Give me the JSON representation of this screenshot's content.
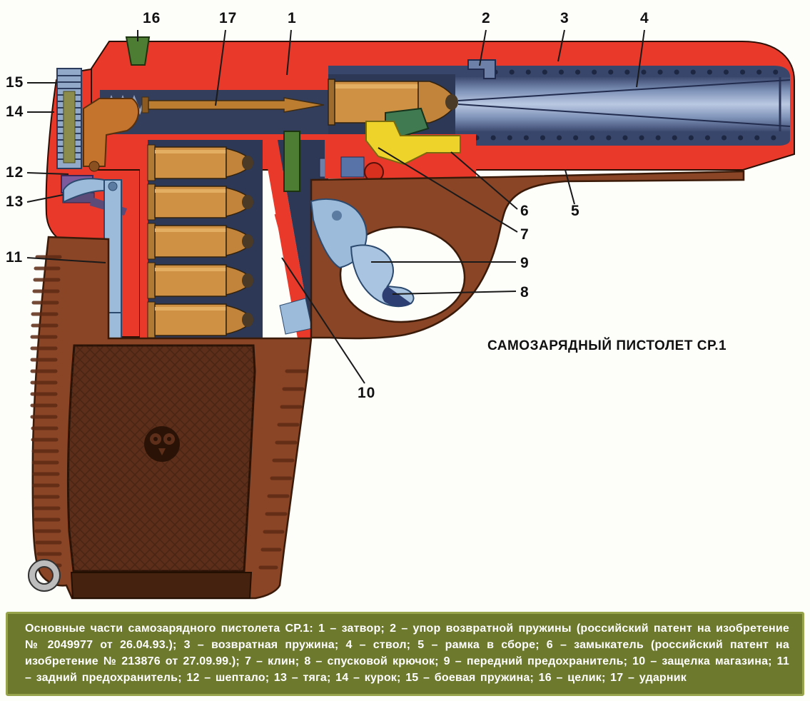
{
  "diagram": {
    "title": "САМОЗАРЯДНЫЙ ПИСТОЛЕТ СР.1",
    "type": "cutaway-technical-illustration",
    "subject": "Продольный разрез самозарядного пистолета СР.1 с позициями деталей"
  },
  "labels": [
    {
      "number": "1",
      "part": "затвор"
    },
    {
      "number": "2",
      "part": "упор возвратной пружины"
    },
    {
      "number": "3",
      "part": "возвратная пружина"
    },
    {
      "number": "4",
      "part": "ствол"
    },
    {
      "number": "5",
      "part": "рамка в сборе"
    },
    {
      "number": "6",
      "part": "замыкатель"
    },
    {
      "number": "7",
      "part": "клин"
    },
    {
      "number": "8",
      "part": "спусковой крючок"
    },
    {
      "number": "9",
      "part": "передний предохранитель"
    },
    {
      "number": "10",
      "part": "защелка магазина"
    },
    {
      "number": "11",
      "part": "задний предохранитель"
    },
    {
      "number": "12",
      "part": "шептало"
    },
    {
      "number": "13",
      "part": "тяга"
    },
    {
      "number": "14",
      "part": "курок"
    },
    {
      "number": "15",
      "part": "боевая пружина"
    },
    {
      "number": "16",
      "part": "целик"
    },
    {
      "number": "17",
      "part": "ударник"
    }
  ],
  "caption": "Основные части самозарядного пистолета СР.1: 1 – затвор; 2 – упор возвратной пружины (российский патент на изобретение № 2049977 от 26.04.93.); 3 – возвратная пружина; 4 – ствол; 5 – рамка в сборе; 6 – замыкатель (российский патент на изобретение № 213876 от 27.09.99.); 7 – клин; 8 – спусковой крючок; 9 – передний предохранитель; 10 – защелка магазина; 11 – задний предохранитель; 12 – шептало; 13 – тяга; 14 – курок; 15 – боевая пружина; 16 – целик; 17 – ударник",
  "colors": {
    "slide_red": "#e8392b",
    "barrel_blue_dark": "#39466b",
    "barrel_blue_light": "#bac8e2",
    "frame_brown": "#8a4426",
    "grip_dark_brown": "#5d2f1a",
    "cartridge_orange": "#cf9245",
    "locking_piece_yellow": "#eed32a",
    "wedge_green": "#3f7a50",
    "sight_green": "#4d7c33",
    "safety_light_blue": "#9cbad9",
    "sear_purple": "#7c5a9c",
    "caption_background": "#6d792c",
    "caption_text": "#ffffff"
  }
}
